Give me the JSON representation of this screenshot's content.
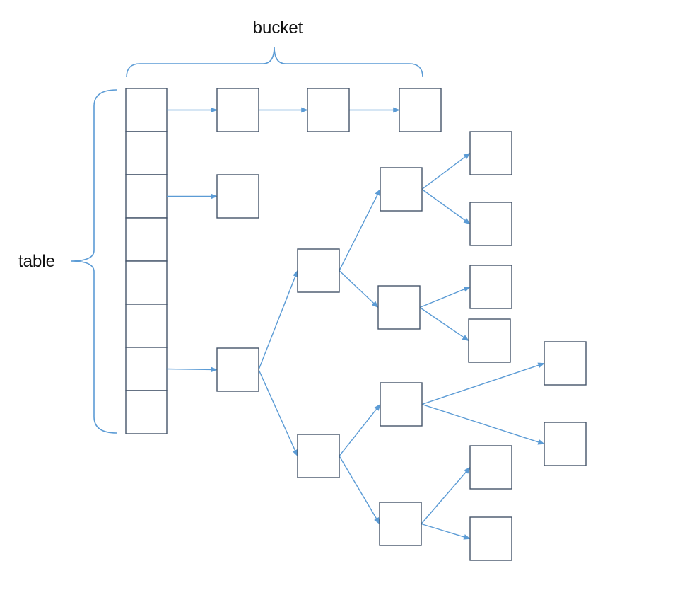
{
  "labels": {
    "bucket": "bucket",
    "table": "table"
  },
  "colors": {
    "node_border": "#44546a",
    "connector": "#5b9bd5",
    "text": "#111111"
  },
  "table": {
    "slot_count": 8
  },
  "structures": {
    "linked_list_slot": 1,
    "linked_list_nodes": 3,
    "single_node_slot": 3,
    "tree_slot": 7,
    "tree_type": "binary tree",
    "tree_leaves": 8
  }
}
